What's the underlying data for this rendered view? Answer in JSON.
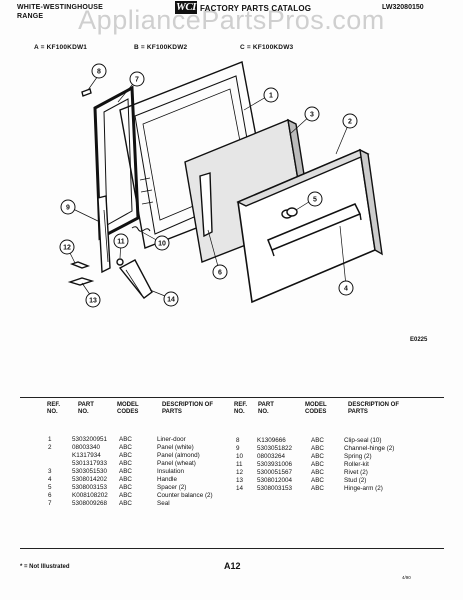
{
  "header": {
    "brand_line1": "WHITE-WESTINGHOUSE",
    "brand_line2": "RANGE",
    "logo_text": "WCI",
    "catalog_title": "FACTORY PARTS CATALOG",
    "catalog_code": "LW32080150",
    "watermark": "AppliancePartsPros.com"
  },
  "models": {
    "a": "A = KF100KDW1",
    "b": "B = KF100KDW2",
    "c": "C = KF100KDW3"
  },
  "figure": {
    "code": "E0225",
    "callouts": [
      "1",
      "2",
      "3",
      "4",
      "5",
      "6",
      "7",
      "8",
      "9",
      "10",
      "11",
      "12",
      "13",
      "14"
    ]
  },
  "table": {
    "headers": {
      "ref": "REF. NO.",
      "part": "PART NO.",
      "model": "MODEL CODES",
      "desc": "DESCRIPTION OF PARTS"
    },
    "left_rows": [
      {
        "ref": "1",
        "part": "5303200951",
        "model": "ABC",
        "desc": "Liner-door"
      },
      {
        "ref": "2",
        "part": "08003340",
        "model": "ABC",
        "desc": "Panel (white)"
      },
      {
        "ref": "",
        "part": "K1317934",
        "model": "ABC",
        "desc": "Panel (almond)"
      },
      {
        "ref": "",
        "part": "5301317933",
        "model": "ABC",
        "desc": "Panel (wheat)"
      },
      {
        "ref": "3",
        "part": "5303051530",
        "model": "ABC",
        "desc": "Insulation"
      },
      {
        "ref": "4",
        "part": "5308014202",
        "model": "ABC",
        "desc": "Handle"
      },
      {
        "ref": "5",
        "part": "5308003153",
        "model": "ABC",
        "desc": "Spacer (2)"
      },
      {
        "ref": "6",
        "part": "K008108202",
        "model": "ABC",
        "desc": "Counter balance (2)"
      },
      {
        "ref": "7",
        "part": "5308009268",
        "model": "ABC",
        "desc": "Seal"
      }
    ],
    "right_rows": [
      {
        "ref": "8",
        "part": "K1309666",
        "model": "ABC",
        "desc": "Clip-seal (10)"
      },
      {
        "ref": "9",
        "part": "5303051822",
        "model": "ABC",
        "desc": "Channel-hinge (2)"
      },
      {
        "ref": "10",
        "part": "08003264",
        "model": "ABC",
        "desc": "Spring (2)"
      },
      {
        "ref": "11",
        "part": "5303931006",
        "model": "ABC",
        "desc": "Roller-kit"
      },
      {
        "ref": "12",
        "part": "5300051567",
        "model": "ABC",
        "desc": "Rivet (2)"
      },
      {
        "ref": "13",
        "part": "5308012004",
        "model": "ABC",
        "desc": "Stud (2)"
      },
      {
        "ref": "14",
        "part": "5308003153",
        "model": "ABC",
        "desc": "Hinge-arm (2)"
      }
    ]
  },
  "footer": {
    "note": "* = Not Illustrated",
    "page": "A12",
    "small_code": "4/90"
  }
}
